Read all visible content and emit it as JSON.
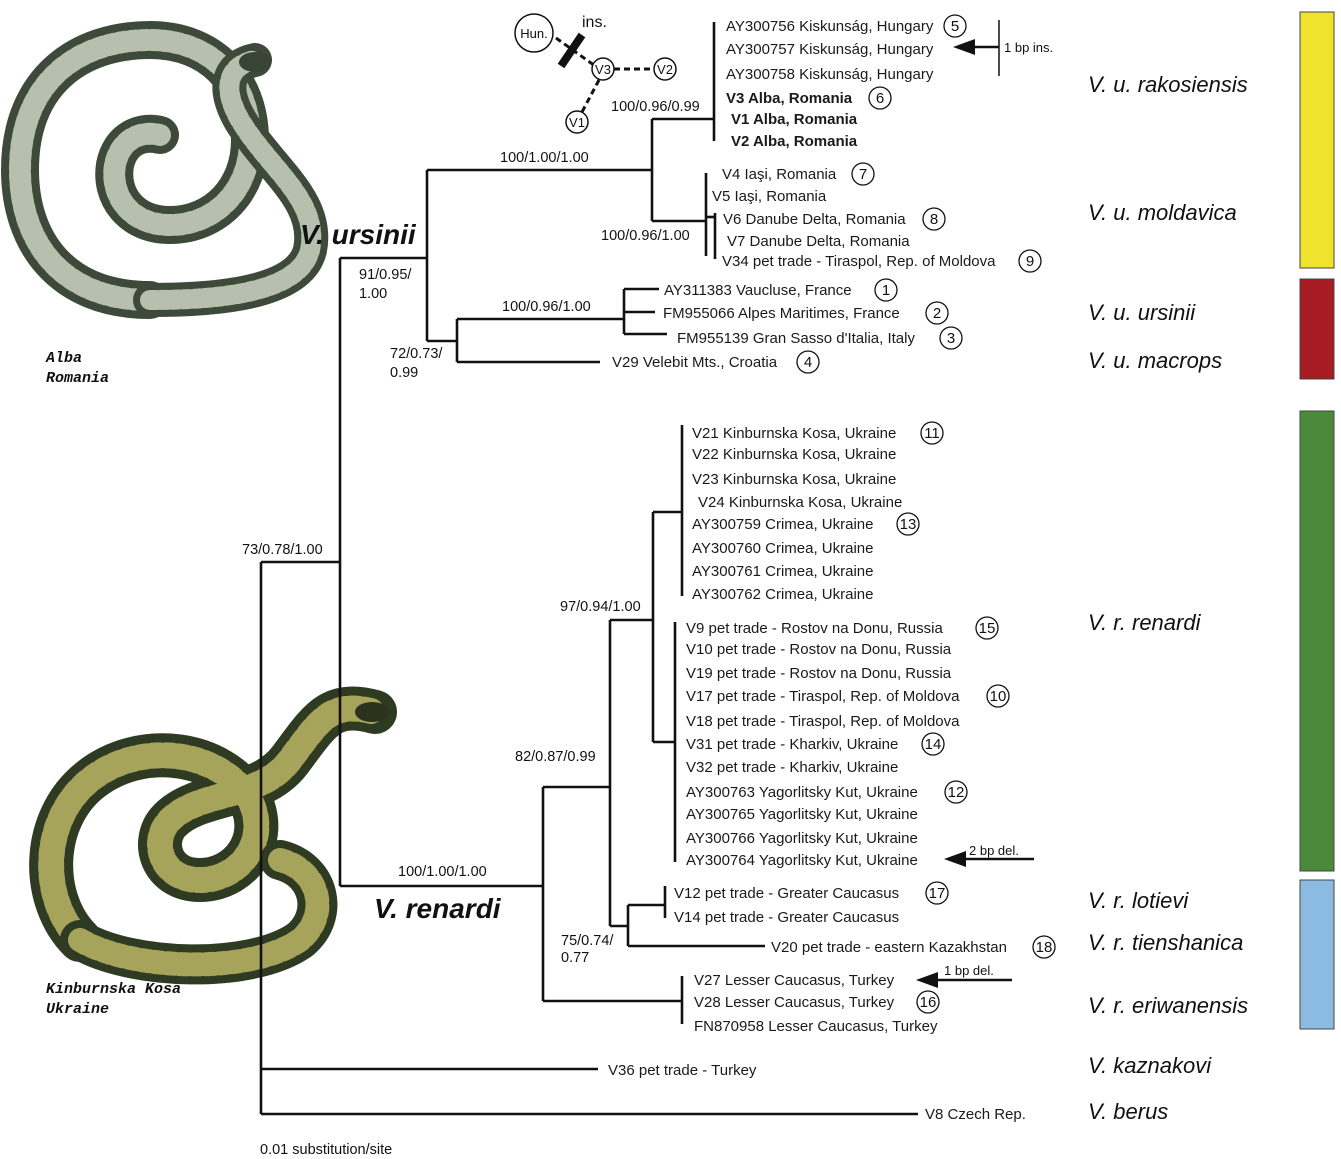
{
  "tips": [
    {
      "label": "AY300756 Kiskunság, Hungary",
      "num": "5"
    },
    {
      "label": "AY300757 Kiskunság, Hungary",
      "num": ""
    },
    {
      "label": "AY300758 Kiskunság, Hungary",
      "num": ""
    },
    {
      "label": "V3 Alba, Romania",
      "num": "6"
    },
    {
      "label": "V1 Alba, Romania",
      "num": ""
    },
    {
      "label": "V2 Alba, Romania",
      "num": ""
    },
    {
      "label": "V4 Iaşi, Romania",
      "num": "7"
    },
    {
      "label": "V5 Iaşi, Romania",
      "num": ""
    },
    {
      "label": "V6 Danube Delta, Romania",
      "num": "8"
    },
    {
      "label": "V7 Danube Delta, Romania",
      "num": ""
    },
    {
      "label": "V34 pet trade - Tiraspol, Rep. of Moldova",
      "num": "9"
    },
    {
      "label": "AY311383 Vaucluse, France",
      "num": "1"
    },
    {
      "label": "FM955066 Alpes Maritimes, France",
      "num": "2"
    },
    {
      "label": "FM955139 Gran Sasso d'Italia, Italy",
      "num": "3"
    },
    {
      "label": "V29 Velebit Mts., Croatia",
      "num": "4"
    },
    {
      "label": "V21 Kinburnska Kosa, Ukraine",
      "num": "11"
    },
    {
      "label": "V22 Kinburnska Kosa, Ukraine",
      "num": ""
    },
    {
      "label": "V23 Kinburnska Kosa, Ukraine",
      "num": ""
    },
    {
      "label": "V24 Kinburnska Kosa, Ukraine",
      "num": ""
    },
    {
      "label": "AY300759 Crimea, Ukraine",
      "num": "13"
    },
    {
      "label": "AY300760 Crimea, Ukraine",
      "num": ""
    },
    {
      "label": "AY300761 Crimea, Ukraine",
      "num": ""
    },
    {
      "label": "AY300762 Crimea, Ukraine",
      "num": ""
    },
    {
      "label": "V9  pet trade - Rostov na Donu, Russia",
      "num": "15"
    },
    {
      "label": "V10 pet trade - Rostov na Donu, Russia",
      "num": ""
    },
    {
      "label": "V19 pet trade - Rostov na Donu, Russia",
      "num": ""
    },
    {
      "label": "V17 pet trade - Tiraspol, Rep. of Moldova",
      "num": "10"
    },
    {
      "label": "V18 pet trade - Tiraspol, Rep. of Moldova",
      "num": ""
    },
    {
      "label": "V31 pet trade - Kharkiv, Ukraine",
      "num": "14"
    },
    {
      "label": "V32 pet trade - Kharkiv, Ukraine",
      "num": ""
    },
    {
      "label": "AY300763 Yagorlitsky Kut, Ukraine",
      "num": "12"
    },
    {
      "label": "AY300765 Yagorlitsky Kut, Ukraine",
      "num": ""
    },
    {
      "label": "AY300766 Yagorlitsky Kut, Ukraine",
      "num": ""
    },
    {
      "label": "AY300764 Yagorlitsky Kut, Ukraine",
      "num": ""
    },
    {
      "label": "V12 pet trade - Greater Caucasus",
      "num": "17"
    },
    {
      "label": "V14 pet trade - Greater Caucasus",
      "num": ""
    },
    {
      "label": "V20 pet trade - eastern Kazakhstan",
      "num": "18"
    },
    {
      "label": "V27 Lesser Caucasus, Turkey",
      "num": ""
    },
    {
      "label": "V28 Lesser Caucasus, Turkey",
      "num": "16"
    },
    {
      "label": "FN870958 Lesser Caucasus, Turkey",
      "num": ""
    },
    {
      "label": "V36 pet trade - Turkey",
      "num": ""
    },
    {
      "label": "V8 Czech Rep.",
      "num": ""
    }
  ],
  "support": {
    "root": "73/0.78/1.00",
    "ursinii_a": "91/0.95/",
    "ursinii_b": "1.00",
    "ursinii_main": "100/1.00/1.00",
    "rakosiensis": "100/0.96/0.99",
    "moldavica": "100/0.96/1.00",
    "urs_mac_a": "72/0.73/",
    "urs_mac_b": "0.99",
    "ursinii_ursinii": "100/0.96/1.00",
    "renardi_main": "100/1.00/1.00",
    "renardi_inner": "82/0.87/0.99",
    "renardi_core": "97/0.94/1.00",
    "lotievi_a": "75/0.74/",
    "lotievi_b": "0.77"
  },
  "clades": {
    "ursinii": "V. ursinii",
    "renardi": "V. renardi"
  },
  "taxa": [
    "V. u. rakosiensis",
    "V. u. moldavica",
    "V. u. ursinii",
    "V. u. macrops",
    "V. r. renardi",
    "V. r. lotievi",
    "V. r. tienshanica",
    "V. r. eriwanensis",
    "V. kaznakovi",
    "V. berus"
  ],
  "bars": [
    {
      "color": "#efe32d"
    },
    {
      "color": "#a61c22"
    },
    {
      "color": "#4a8a3a"
    },
    {
      "color": "#8bbbe0"
    }
  ],
  "network": {
    "hun": "Hun.",
    "ins": "ins.",
    "v1": "V1",
    "v2": "V2",
    "v3": "V3"
  },
  "annotations": {
    "ins1": "1 bp ins.",
    "del2": "2 bp del.",
    "del1": "1 bp del."
  },
  "photos": {
    "top_line1": "Alba",
    "top_line2": "Romania",
    "bottom_line1": "Kinburnska Kosa",
    "bottom_line2": "Ukraine"
  },
  "scale": "0.01 substitution/site"
}
